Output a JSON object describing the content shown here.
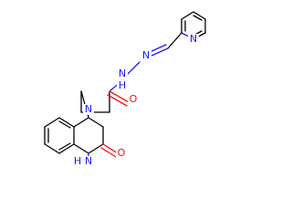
{
  "atoms": {
    "pyridine_n": "N",
    "hydrazone_n1": "N",
    "hydrazone_n2": "N",
    "amide_h": "H",
    "amide_o": "O",
    "quinoxaline_n1": "N",
    "quinoxaline_n4": "N",
    "quinoxaline_h": "H",
    "quinoxaline_o": "O"
  },
  "colors": {
    "carbon_bond": "#000000",
    "nitrogen": "#1a1aff",
    "oxygen": "#ff0d0d",
    "background": "#ffffff"
  }
}
